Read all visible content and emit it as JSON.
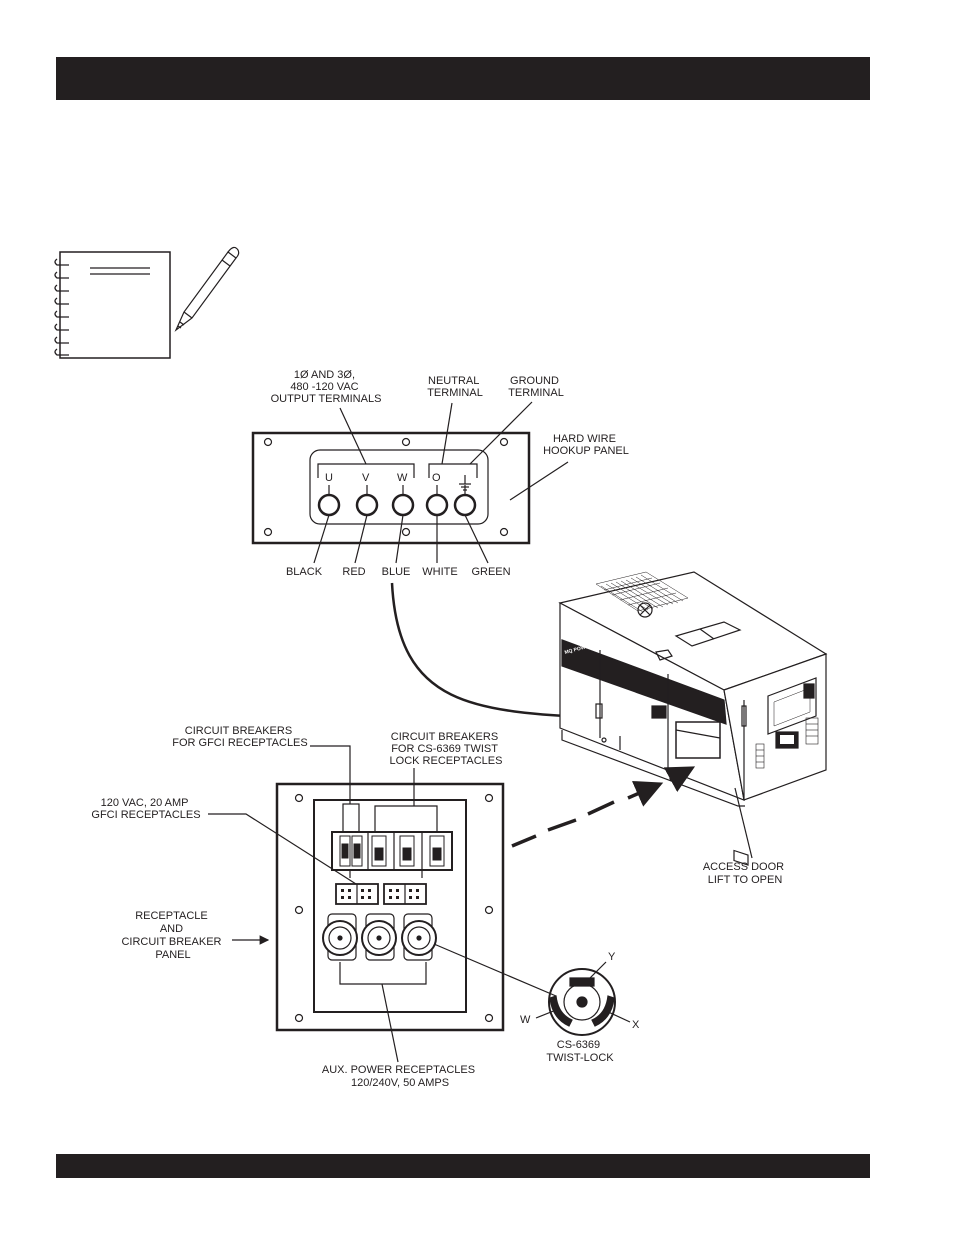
{
  "colors": {
    "ink": "#231f20",
    "paper": "#ffffff"
  },
  "icons": {
    "notes": "notebook-icon",
    "pencil": "pencil-icon",
    "plug": "twist-lock-plug-icon"
  },
  "hookup_panel": {
    "output_label": [
      "1Ø AND 3Ø,",
      "480 -120 VAC",
      "OUTPUT TERMINALS"
    ],
    "neutral_label": [
      "NEUTRAL",
      "TERMINAL"
    ],
    "ground_label": [
      "GROUND",
      "TERMINAL"
    ],
    "panel_label": [
      "HARD WIRE",
      "HOOKUP PANEL"
    ],
    "terminal_letters": [
      "U",
      "V",
      "W",
      "O"
    ],
    "wire_colors": [
      "BLACK",
      "RED",
      "BLUE",
      "WHITE",
      "GREEN"
    ]
  },
  "generator": {
    "brand": "MQ POWER",
    "access_label": [
      "ACCESS DOOR",
      "LIFT TO OPEN"
    ]
  },
  "receptacle_panel": {
    "cb_gfci_label": [
      "CIRCUIT BREAKERS",
      "FOR GFCI RECEPTACLES"
    ],
    "cb_twist_label": [
      "CIRCUIT BREAKERS",
      "FOR CS-6369 TWIST",
      "LOCK RECEPTACLES"
    ],
    "gfci_label": [
      "120 VAC, 20 AMP",
      "GFCI RECEPTACLES"
    ],
    "panel_label": [
      "RECEPTACLE",
      "AND",
      "CIRCUIT BREAKER",
      "PANEL"
    ],
    "aux_label": [
      "AUX. POWER RECEPTACLES",
      "120/240V, 50 AMPS"
    ]
  },
  "twist_lock": {
    "pins": [
      "Y",
      "W",
      "X"
    ],
    "label": [
      "CS-6369",
      "TWIST-LOCK"
    ]
  }
}
